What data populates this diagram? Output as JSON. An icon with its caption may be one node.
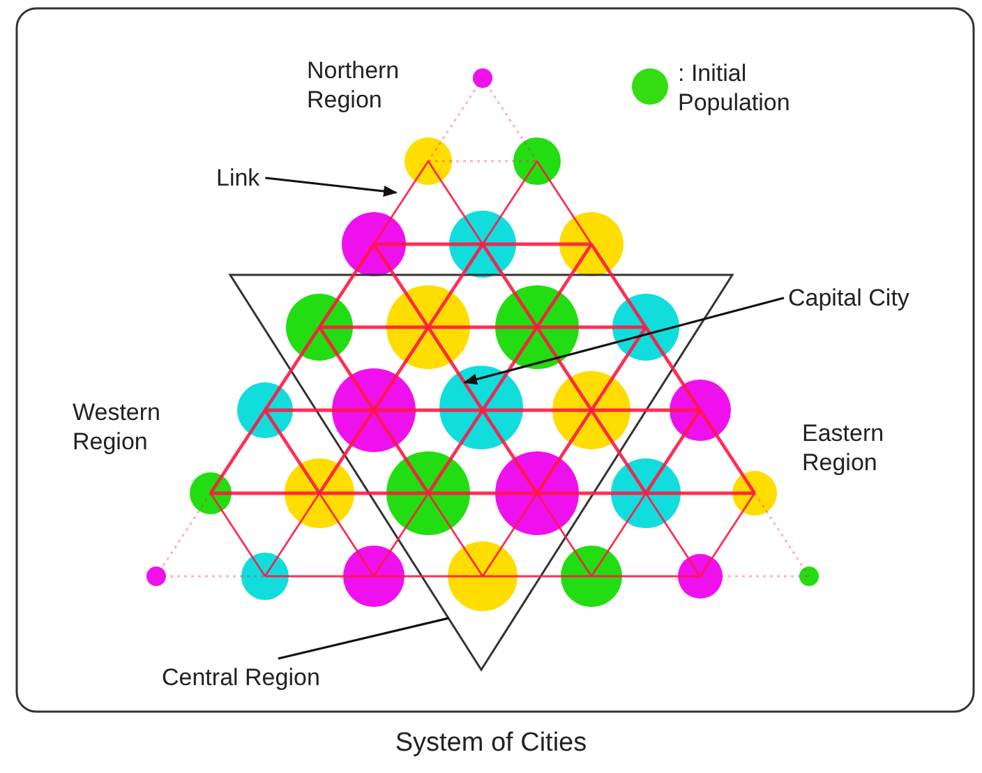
{
  "diagram": {
    "caption": "System of Cities",
    "nodes": [
      {
        "text": [
          "Link"
        ]
      },
      {
        "text": [
          "Capital City"
        ]
      },
      {
        "text": [],
        "shape": "circle",
        "in": 4
      },
      {
        "text": [
          "Central Region"
        ]
      },
      {
        "text": [],
        "shape": "triangle"
      }
    ],
    "edges": [
      {
        "from": 0,
        "to": null,
        "arrow": "to"
      },
      {
        "from": 1,
        "to": 2,
        "arrow": "to"
      },
      {
        "from": 3,
        "to": 4,
        "arrow": "none"
      }
    ],
    "labels": [
      "Northern Region",
      "Western Region",
      "Eastern Region"
    ],
    "legend": [
      {
        "text": ": Initial Population",
        "color": "#33dd11"
      }
    ]
  }
}
